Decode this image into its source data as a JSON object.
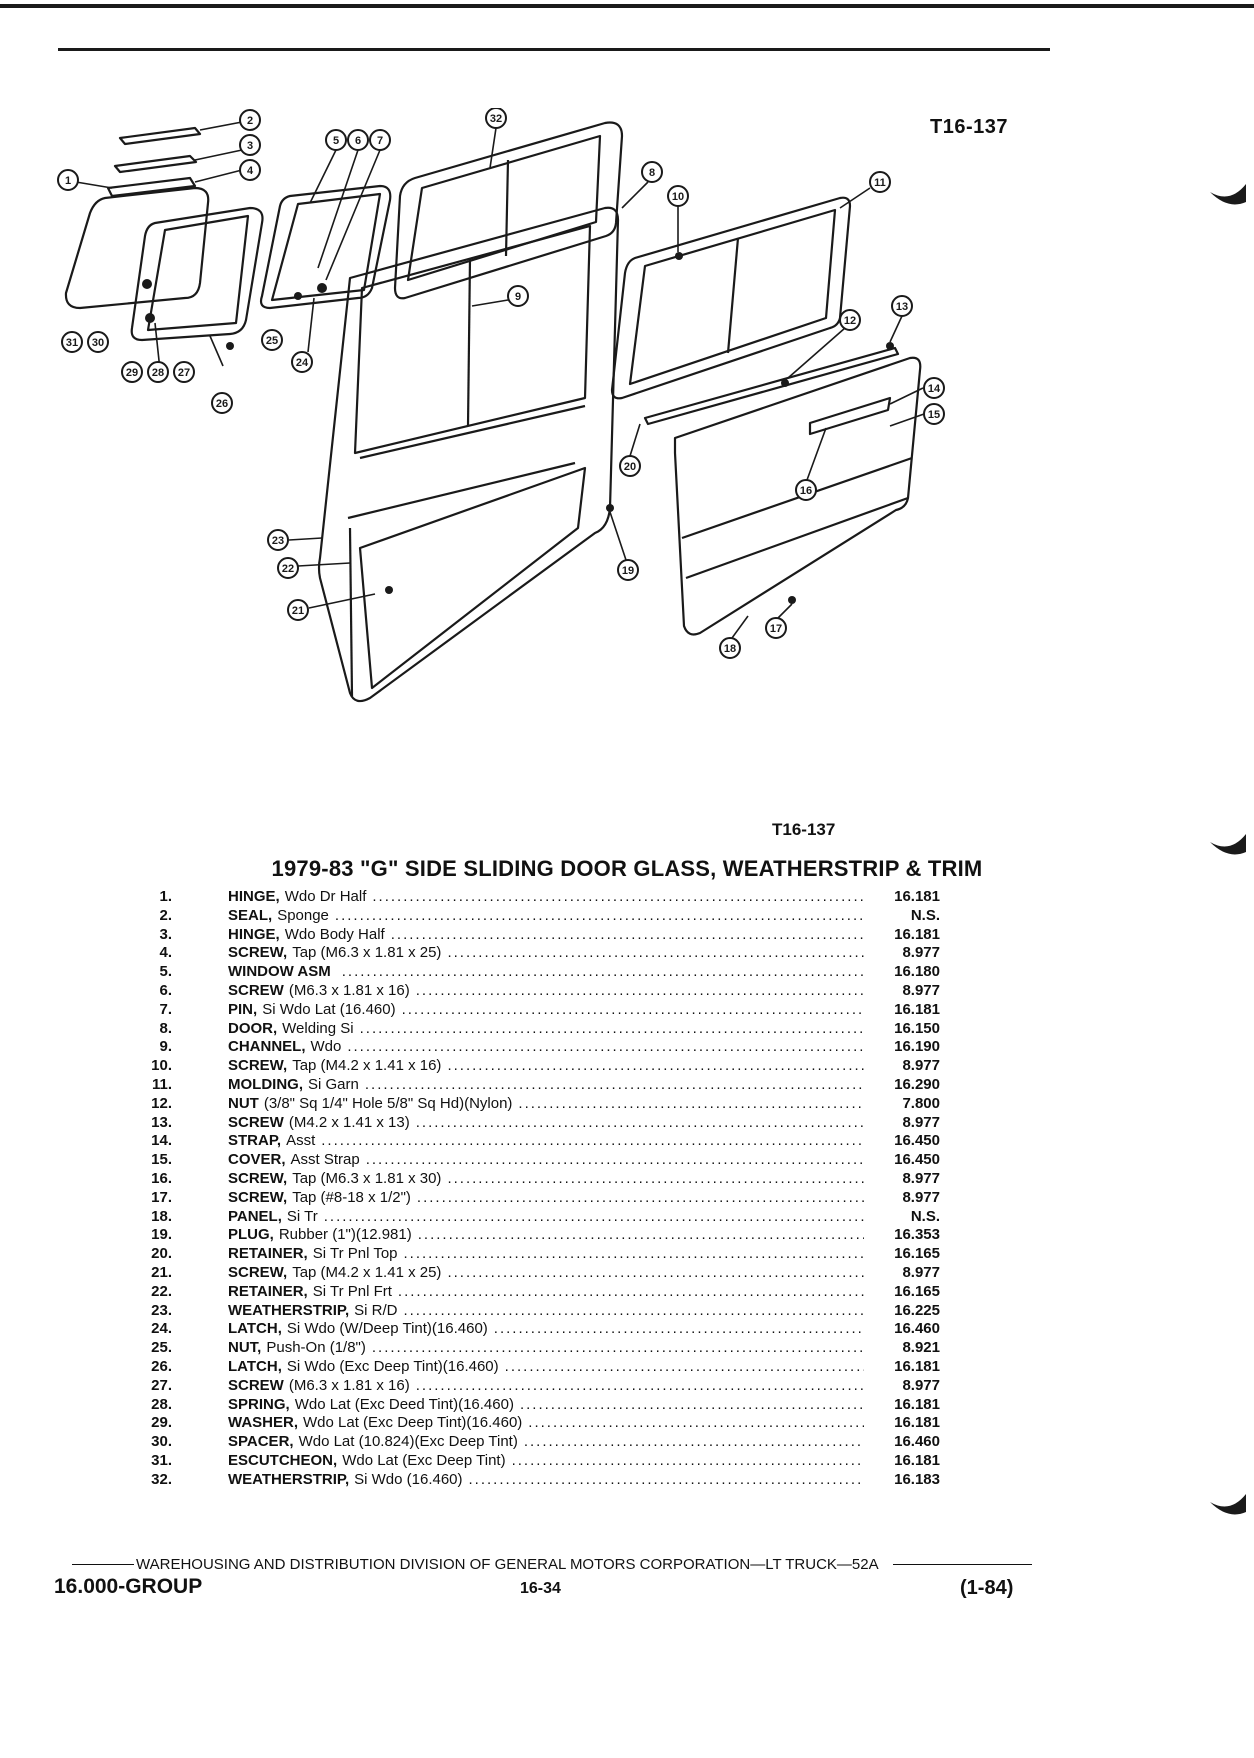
{
  "figure_code": "T16-137",
  "title": "1979-83 \"G\" SIDE SLIDING DOOR GLASS, WEATHERSTRIP & TRIM",
  "callouts": [
    "1",
    "2",
    "3",
    "4",
    "5",
    "6",
    "7",
    "8",
    "9",
    "10",
    "11",
    "12",
    "13",
    "14",
    "15",
    "16",
    "17",
    "18",
    "19",
    "20",
    "21",
    "22",
    "23",
    "24",
    "25",
    "26",
    "27",
    "28",
    "29",
    "30",
    "31",
    "32"
  ],
  "parts": [
    {
      "num": "1.",
      "name": "HINGE,",
      "detail": "Wdo Dr Half",
      "group": "16.181"
    },
    {
      "num": "2.",
      "name": "SEAL,",
      "detail": "Sponge",
      "group": "N.S."
    },
    {
      "num": "3.",
      "name": "HINGE,",
      "detail": "Wdo Body Half",
      "group": "16.181"
    },
    {
      "num": "4.",
      "name": "SCREW,",
      "detail": "Tap (M6.3 x 1.81 x 25)",
      "group": "8.977"
    },
    {
      "num": "5.",
      "name": "WINDOW ASM",
      "detail": "",
      "group": "16.180"
    },
    {
      "num": "6.",
      "name": "SCREW",
      "detail": "(M6.3 x 1.81 x 16)",
      "group": "8.977"
    },
    {
      "num": "7.",
      "name": "PIN,",
      "detail": "Si Wdo Lat (16.460)",
      "group": "16.181"
    },
    {
      "num": "8.",
      "name": "DOOR,",
      "detail": "Welding Si",
      "group": "16.150"
    },
    {
      "num": "9.",
      "name": "CHANNEL,",
      "detail": "Wdo",
      "group": "16.190"
    },
    {
      "num": "10.",
      "name": "SCREW,",
      "detail": "Tap (M4.2 x 1.41 x 16)",
      "group": "8.977"
    },
    {
      "num": "11.",
      "name": "MOLDING,",
      "detail": "Si Garn",
      "group": "16.290"
    },
    {
      "num": "12.",
      "name": "NUT",
      "detail": "(3/8\" Sq 1/4\" Hole 5/8\" Sq Hd)(Nylon)",
      "group": "7.800"
    },
    {
      "num": "13.",
      "name": "SCREW",
      "detail": "(M4.2 x 1.41 x 13)",
      "group": "8.977"
    },
    {
      "num": "14.",
      "name": "STRAP,",
      "detail": "Asst",
      "group": "16.450"
    },
    {
      "num": "15.",
      "name": "COVER,",
      "detail": "Asst Strap",
      "group": "16.450"
    },
    {
      "num": "16.",
      "name": "SCREW,",
      "detail": "Tap (M6.3 x 1.81 x 30)",
      "group": "8.977"
    },
    {
      "num": "17.",
      "name": "SCREW,",
      "detail": "Tap (#8-18 x 1/2\")",
      "group": "8.977"
    },
    {
      "num": "18.",
      "name": "PANEL,",
      "detail": "Si Tr",
      "group": "N.S."
    },
    {
      "num": "19.",
      "name": "PLUG,",
      "detail": "Rubber (1\")(12.981)",
      "group": "16.353"
    },
    {
      "num": "20.",
      "name": "RETAINER,",
      "detail": "Si Tr Pnl Top",
      "group": "16.165"
    },
    {
      "num": "21.",
      "name": "SCREW,",
      "detail": "Tap (M4.2 x 1.41 x 25)",
      "group": "8.977"
    },
    {
      "num": "22.",
      "name": "RETAINER,",
      "detail": "Si Tr Pnl Frt",
      "group": "16.165"
    },
    {
      "num": "23.",
      "name": "WEATHERSTRIP,",
      "detail": "Si R/D",
      "group": "16.225"
    },
    {
      "num": "24.",
      "name": "LATCH,",
      "detail": "Si Wdo (W/Deep Tint)(16.460)",
      "group": "16.460"
    },
    {
      "num": "25.",
      "name": "NUT,",
      "detail": "Push-On (1/8\")",
      "group": "8.921"
    },
    {
      "num": "26.",
      "name": "LATCH,",
      "detail": "Si Wdo (Exc Deep Tint)(16.460)",
      "group": "16.181"
    },
    {
      "num": "27.",
      "name": "SCREW",
      "detail": "(M6.3 x 1.81 x 16)",
      "group": "8.977"
    },
    {
      "num": "28.",
      "name": "SPRING,",
      "detail": "Wdo Lat (Exc Deed Tint)(16.460)",
      "group": "16.181"
    },
    {
      "num": "29.",
      "name": "WASHER,",
      "detail": "Wdo Lat (Exc Deep Tint)(16.460)",
      "group": "16.181"
    },
    {
      "num": "30.",
      "name": "SPACER,",
      "detail": "Wdo Lat (10.824)(Exc Deep Tint)",
      "group": "16.460"
    },
    {
      "num": "31.",
      "name": "ESCUTCHEON,",
      "detail": "Wdo Lat (Exc Deep Tint)",
      "group": "16.181"
    },
    {
      "num": "32.",
      "name": "WEATHERSTRIP,",
      "detail": "Si Wdo (16.460)",
      "group": "16.183"
    }
  ],
  "footer": {
    "division": "WAREHOUSING AND DISTRIBUTION DIVISION OF GENERAL MOTORS CORPORATION—LT TRUCK—52A",
    "group": "16.000-GROUP",
    "page": "16-34",
    "date": "(1-84)"
  }
}
